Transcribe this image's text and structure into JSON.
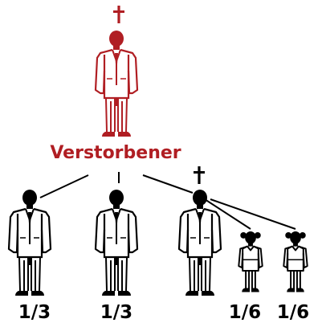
{
  "colors": {
    "deceased": "#b01e23",
    "heir": "#000000",
    "background": "#ffffff"
  },
  "deceased": {
    "label": "Verstorbener",
    "icon": "adult-man-figure-icon",
    "cross_icon": "latin-cross-icon"
  },
  "heirs": [
    {
      "icon": "adult-man-figure-icon",
      "share": "1/3",
      "deceased": false
    },
    {
      "icon": "adult-man-figure-icon",
      "share": "1/3",
      "deceased": false
    },
    {
      "icon": "adult-man-figure-icon",
      "share": "",
      "deceased": true
    },
    {
      "icon": "girl-figure-icon",
      "share": "1/6",
      "deceased": false
    },
    {
      "icon": "girl-figure-icon",
      "share": "1/6",
      "deceased": false
    }
  ]
}
